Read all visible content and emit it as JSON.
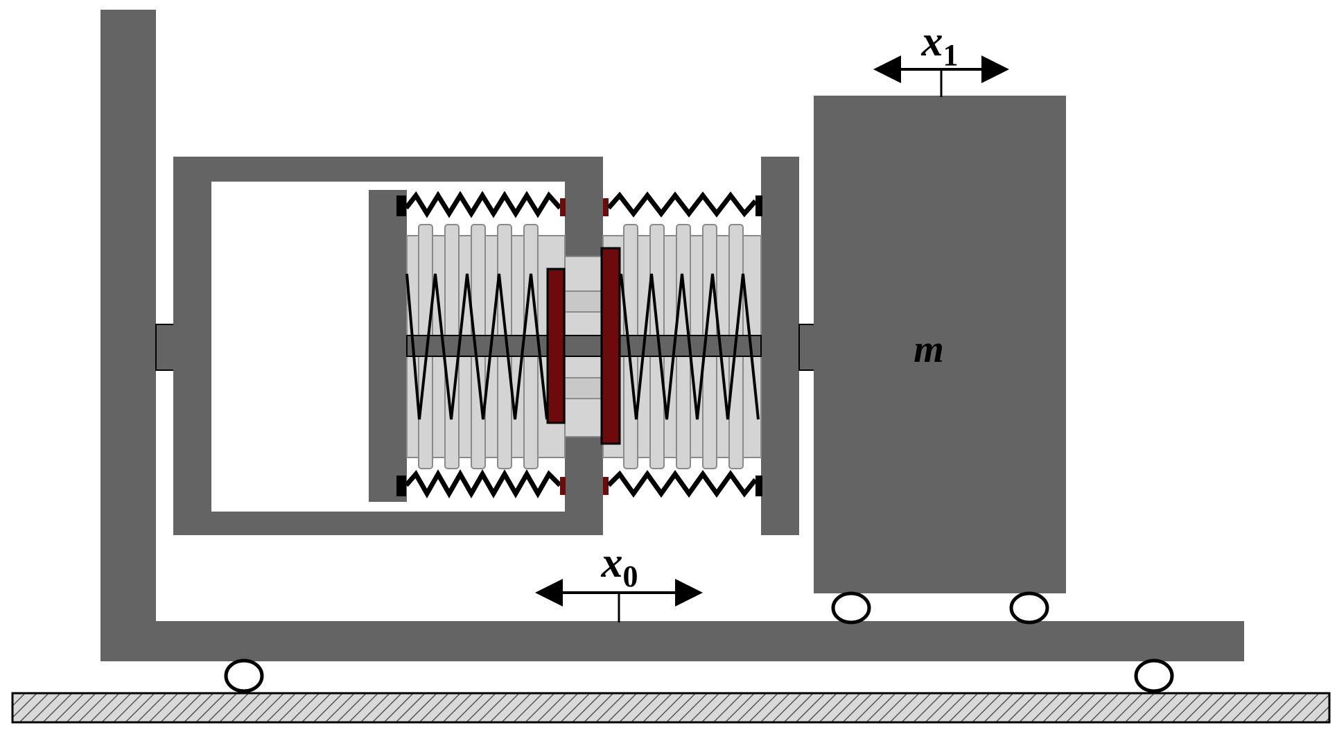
{
  "labels": {
    "displacement_top": "x",
    "displacement_top_sub": "1",
    "displacement_bottom": "x",
    "displacement_bottom_sub": "0",
    "mass": "m"
  },
  "colors": {
    "frame": "#646464",
    "bellows": "#d4d4d4",
    "bellows_stroke": "#8a8a8a",
    "piston": "#6b0b0b",
    "stroke": "#000000",
    "background": "#ffffff"
  }
}
